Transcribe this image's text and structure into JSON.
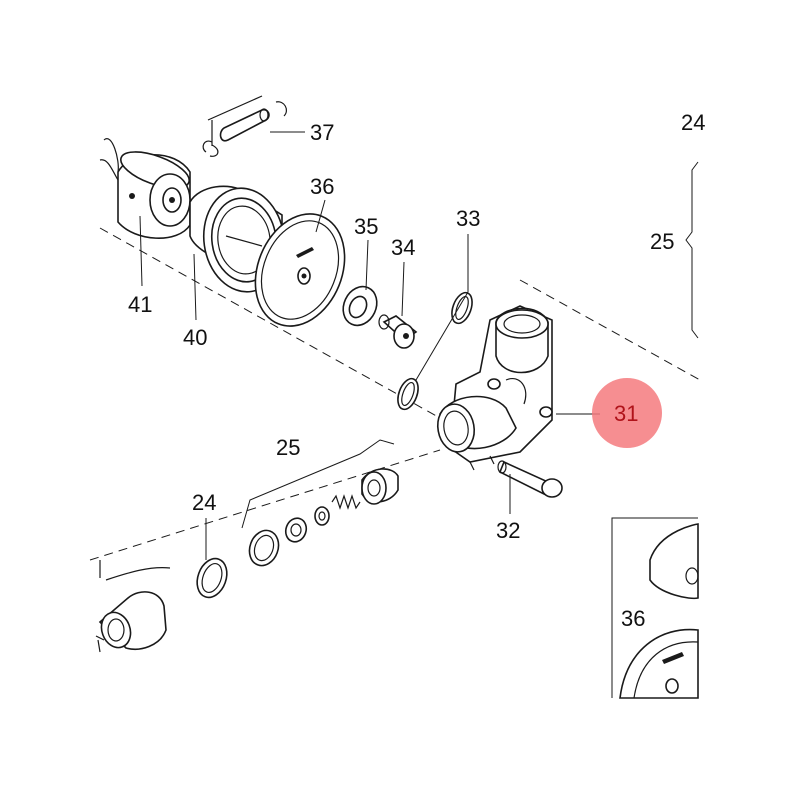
{
  "diagram": {
    "labels": {
      "p37": "37",
      "p36": "36",
      "p35": "35",
      "p34": "34",
      "p33": "33",
      "p41": "41",
      "p40": "40",
      "p31": "31",
      "p32": "32",
      "p25_top": "25",
      "p25_right": "25",
      "p24_top_right": "24",
      "p24": "24",
      "p36_inset": "36"
    },
    "highlight": {
      "part": "31",
      "color": "#f47a7e"
    }
  }
}
